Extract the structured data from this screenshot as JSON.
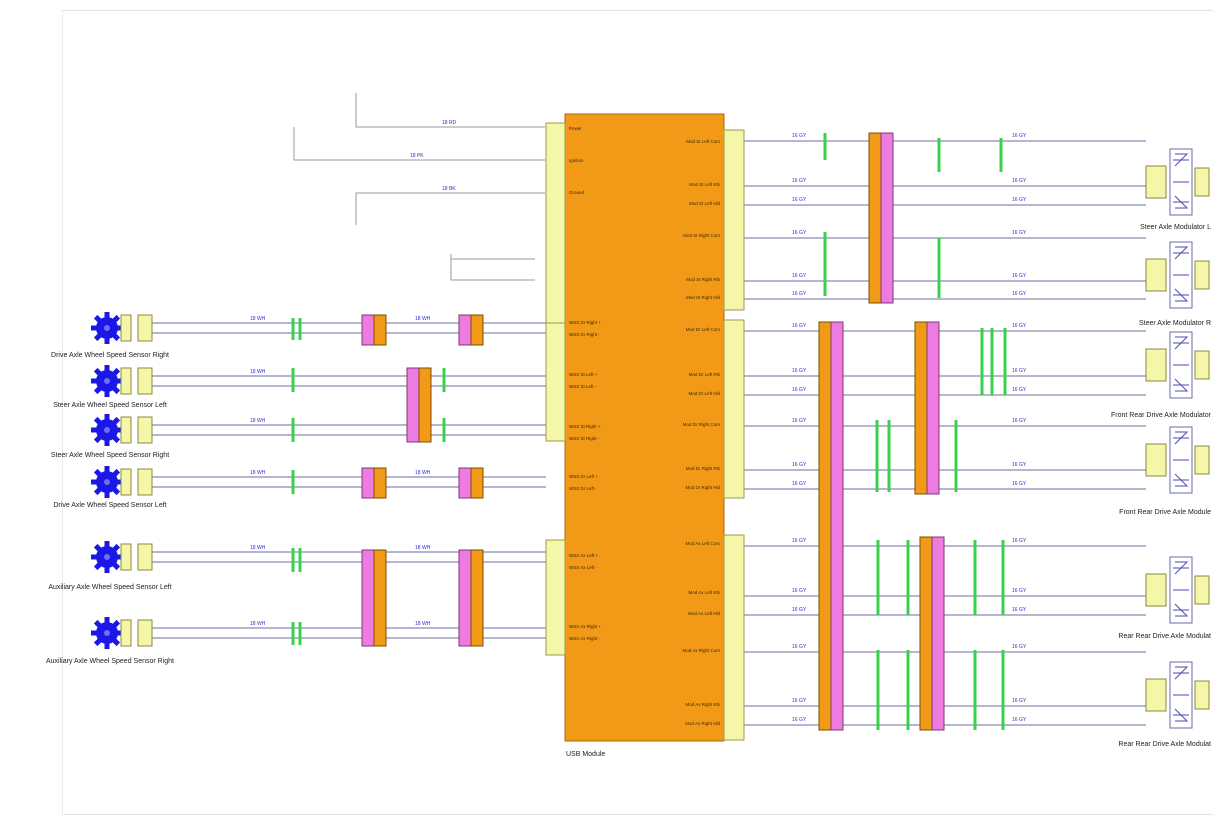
{
  "diagram": {
    "module_label": "USB Module",
    "colors": {
      "module": "#f29a18",
      "connector_yellow": "#f6f6a8",
      "connector_pink": "#ee7be0",
      "connector_orange": "#f29a18",
      "splice_green": "#39d14a",
      "sensor_blue": "#1b18e6",
      "wire": "#8a8ab5",
      "wire_label": "#2b2bd6"
    },
    "sensors": [
      {
        "label": "Drive Axle Wheel Speed Sensor Right",
        "icon": "sensor-gear-icon"
      },
      {
        "label": "Steer Axle Wheel Speed Sensor Left",
        "icon": "sensor-gear-icon"
      },
      {
        "label": "Steer Axle Wheel Speed Sensor Right",
        "icon": "sensor-gear-icon"
      },
      {
        "label": "Drive Axle Wheel Speed Sensor Left",
        "icon": "sensor-gear-icon"
      },
      {
        "label": "Auxiliary Axle Wheel Speed Sensor Left",
        "icon": "sensor-gear-icon"
      },
      {
        "label": "Auxiliary Axle Wheel Speed Sensor Right",
        "icon": "sensor-gear-icon"
      }
    ],
    "modulators": [
      {
        "label": "Steer Axle Modulator L",
        "icon": "modulator-valve-icon"
      },
      {
        "label": "Steer Axle Modulator R",
        "icon": "modulator-valve-icon"
      },
      {
        "label": "Front Rear Drive Axle Modulator",
        "icon": "modulator-valve-icon"
      },
      {
        "label": "Front Rear Drive Axle Module",
        "icon": "modulator-valve-icon"
      },
      {
        "label": "Rear Rear Drive Axle Modulat",
        "icon": "modulator-valve-icon"
      },
      {
        "label": "Rear Rear Drive Axle Modulat",
        "icon": "modulator-valve-icon"
      }
    ],
    "top_inputs": [
      "Power",
      "Ignition",
      "Ground"
    ],
    "module_left_pins": [
      "Power",
      "Ignition",
      "Ground",
      "WSS Dr Right +",
      "WSS Dr Right -",
      "WSS St Left +",
      "WSS St Left -",
      "WSS St Right +",
      "WSS St Right -",
      "WSS Dr Left +",
      "WSS Dr Left -",
      "WSS Ax Left +",
      "WSS Ax Left -",
      "WSS Ax Right +",
      "WSS Ax Right -"
    ],
    "module_right_pins": [
      "Mod St Left Com",
      "Mod St Left Rls",
      "Mod St Left Hld",
      "Mod St Right Com",
      "Mod St Right Rls",
      "Mod St Right Hld",
      "Mod Dr Left Com",
      "Mod Dr Left Rls",
      "Mod Dr Left Hld",
      "Mod Dr Right Com",
      "Mod Dr Right Rls",
      "Mod Dr Right Hld",
      "Mod Ax Left Com",
      "Mod Ax Left Rls",
      "Mod Ax Left Hld",
      "Mod Ax Right Com",
      "Mod Ax Right Rls",
      "Mod Ax Right Hld"
    ]
  }
}
